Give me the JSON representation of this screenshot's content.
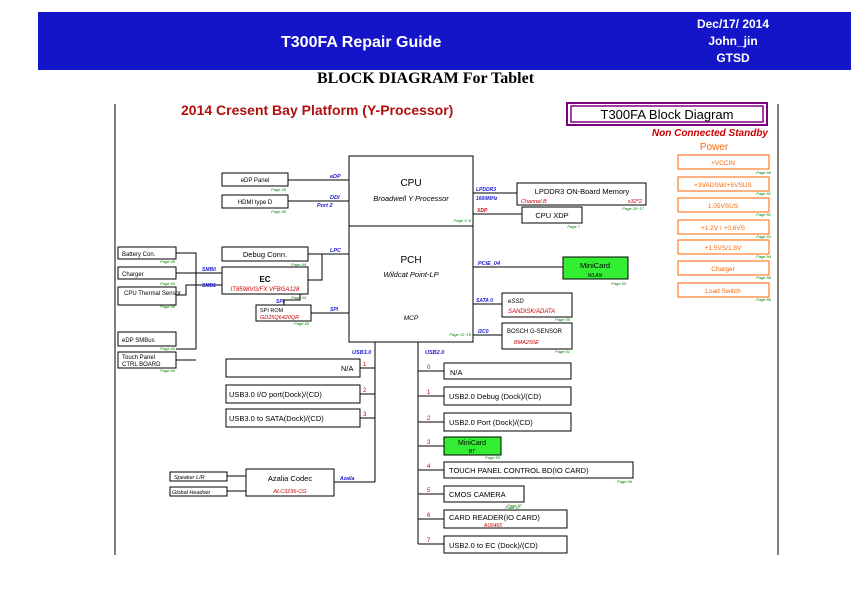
{
  "header": {
    "title": "T300FA Repair Guide",
    "date": "Dec/17/ 2014",
    "author": "John_jin",
    "dept": "GTSD"
  },
  "subtitle": "BLOCK DIAGRAM For Tablet",
  "colors": {
    "header_bg": "#1414c8",
    "red": "#b01010",
    "purple": "#800080",
    "orange": "#ff6600",
    "green": "#33ee33",
    "blue": "#1a1ad0"
  },
  "diagram": {
    "platform": "2014 Cresent Bay Platform (Y-Processor)",
    "block_title": "T300FA Block Diagram",
    "standby": "Non Connected Standby",
    "power_title": "Power",
    "power": [
      "+VCCIN",
      "+3VADSW/+5VSUS",
      "1.05VSUS",
      "+1.2V / +0.6VS",
      "+1.5VS/1.8V",
      "Charger",
      "Load Switch"
    ],
    "cpu": {
      "name": "CPU",
      "desc": "Broadwell Y Processor",
      "page": "Page 3~8"
    },
    "pch": {
      "name": "PCH",
      "desc": "Wildcat Point-LP",
      "mcp": "MCP",
      "page": "Page 10~18"
    },
    "edp_panel": "eDP Panel",
    "hdmi": "HDMI type D",
    "edp_sig": "eDP",
    "ddi_sig": "DDI",
    "port2": "Port 2",
    "lpddr3_sig": "LPDDR3",
    "lpddr3_speed": "1600MHz",
    "memory": "LPDDR3 ON-Board Memory",
    "channel": "Channel B",
    "mem_size": "x32*2",
    "xdp": "CPU XDP",
    "xdp_sig": "XDP",
    "battery": "Battery Con.",
    "charger": "Charger",
    "thermal": "CPU Thermal Sensor",
    "debug": "Debug Conn.",
    "ec": "EC",
    "ec_part": "IT8598VG/FX VFBGA128",
    "lpc": "LPC",
    "smb0": "SMB0",
    "smb1": "SMB1",
    "spi": "SPI",
    "spi_rom": "SPI ROM",
    "spi_rom_part": "GD25Q6420QR",
    "edp_smbus": "eDP SMBus",
    "touch_panel": "Touch Panel",
    "ctrl_board": "CTRL BOARD",
    "pcie": "PCIE_04",
    "minicard_wlan": "MiniCard",
    "wlan": "WLAN",
    "sata": "SATA 0",
    "essd": "eSSD",
    "essd_vendor": "SANDISK/ADATA",
    "i2c": "I2C0",
    "gsensor": "BOSCH G-SENSOR",
    "gsensor_part": "BMA250E",
    "usb3_bus": "USB3.0",
    "usb2_bus": "USB2.0",
    "usb3": [
      "N/A",
      "USB3.0 I/O port(Dock)/(CD)",
      "USB3.0 to SATA(Dock)/(CD)"
    ],
    "usb3_ports": [
      "1",
      "2",
      "3"
    ],
    "usb2": [
      "N/A",
      "USB2.0 Debug (Dock)/(CD)",
      "USB2.0 Port (Dock)/(CD)",
      "MiniCard",
      "TOUCH PANEL CONTROL BD(IO CARD)",
      "CMOS CAMERA",
      "CARD READER(IO CARD)",
      "USB2.0 to EC (Dock)/(CD)"
    ],
    "usb2_ports": [
      "0",
      "1",
      "2",
      "3",
      "4",
      "5",
      "6",
      "7"
    ],
    "bt": "BT",
    "card_reader_part": "AU6465",
    "audio": "Azalia Codec",
    "audio_part": "ALC3236-CG",
    "hda": "Azalia",
    "speaker": "Speaker L/R",
    "headset": "Global Headset",
    "pages": {
      "p1": "Page 1",
      "p2": "Page 2",
      "p7": "Page 7",
      "p15": "Page 15~17",
      "p20": "Page 20",
      "p21": "Page 21",
      "p24": "Page 24",
      "p30": "Page 30",
      "p40": "Page 40",
      "p44": "Page 44",
      "p45": "Page 45",
      "p46": "Page 46",
      "p48": "Page 48",
      "p51": "Page 51",
      "p53": "Page 53",
      "p54": "Page 54",
      "p55": "Page 55",
      "p56": "Page 56",
      "p57": "Page 57",
      "p58": "Page 58",
      "p61": "Page 61",
      "p62": "Page 62",
      "p65": "Page 65",
      "p66": "Page 66",
      "p67": "Page 67",
      "p68": "Page 68",
      "p69": "Page 69",
      "p70": "Page 70",
      "p85": "Page 85",
      "p86": "Page 86",
      "p90": "Page 90",
      "p91": "Page 91",
      "p92": "Page 92",
      "p93": "Page 93",
      "p94": "Page 94",
      "p95": "Page 95",
      "p96": "Page 96"
    }
  }
}
